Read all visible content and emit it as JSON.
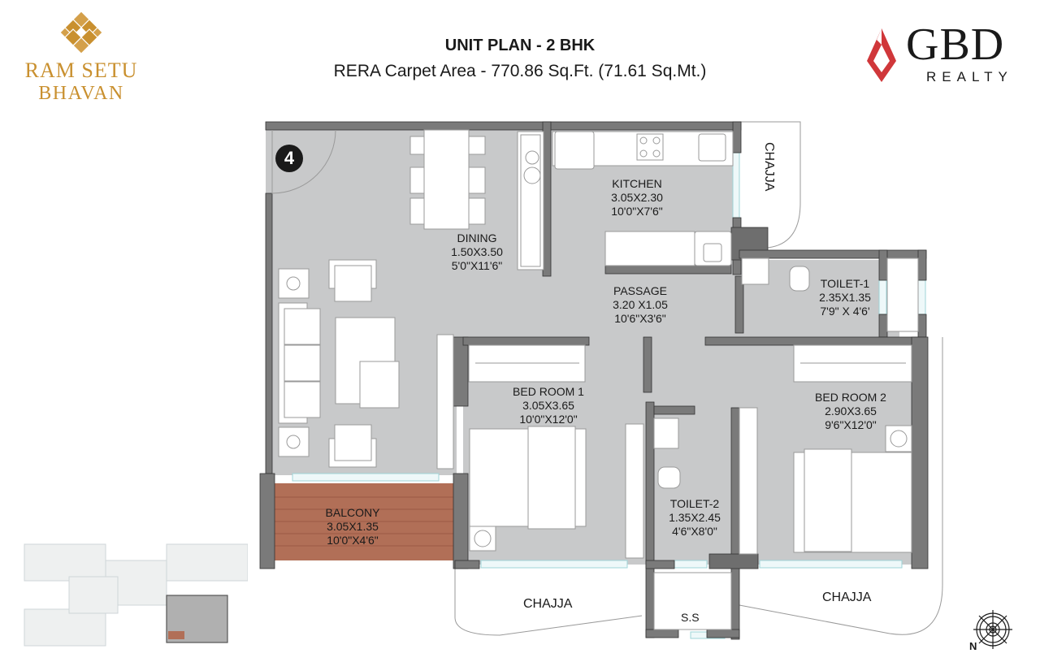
{
  "branding": {
    "project_logo": {
      "line1": "RAM SETU",
      "line2": "BHAVAN",
      "icon": "diamond-lattice-icon",
      "color": "#c9902f"
    },
    "developer_logo": {
      "name": "GBD",
      "tagline": "REALTY",
      "icon": "red-diamond-icon",
      "accent": "#d0373a"
    }
  },
  "header": {
    "title": "UNIT PLAN - 2 BHK",
    "subtitle": "RERA Carpet Area - 770.86 Sq.Ft. (71.61 Sq.Mt.)"
  },
  "plan": {
    "unit_number": "4",
    "colors": {
      "floor": "#c8c9ca",
      "wall": "#7a7a7a",
      "balcony": "#b16f57",
      "window": "#9fd4d8",
      "furniture": "#ffffff"
    },
    "rooms": [
      {
        "name": "DINING",
        "metric": "1.50X3.50",
        "imperial": "5'0\"X11'6\""
      },
      {
        "name": "KITCHEN",
        "metric": "3.05X2.30",
        "imperial": "10'0\"X7'6\""
      },
      {
        "name": "PASSAGE",
        "metric": "3.20 X1.05",
        "imperial": "10'6\"X3'6\""
      },
      {
        "name": "TOILET-1",
        "metric": "2.35X1.35",
        "imperial": "7'9\" X 4'6'"
      },
      {
        "name": "BED ROOM 1",
        "metric": "3.05X3.65",
        "imperial": "10'0\"X12'0\""
      },
      {
        "name": "BED ROOM 2",
        "metric": "2.90X3.65",
        "imperial": "9'6\"X12'0\""
      },
      {
        "name": "TOILET-2",
        "metric": "1.35X2.45",
        "imperial": "4'6\"X8'0\""
      },
      {
        "name": "BALCONY",
        "metric": "3.05X1.35",
        "imperial": "10'0\"X4'6\""
      }
    ],
    "labels": {
      "chajja_top": "CHAJJA",
      "chajja_left": "CHAJJA",
      "chajja_right": "CHAJJA",
      "service_shaft": "S.S"
    }
  },
  "keyplan": {
    "label": "key-plan-thumbnail"
  },
  "compass": {
    "north_label": "N"
  }
}
